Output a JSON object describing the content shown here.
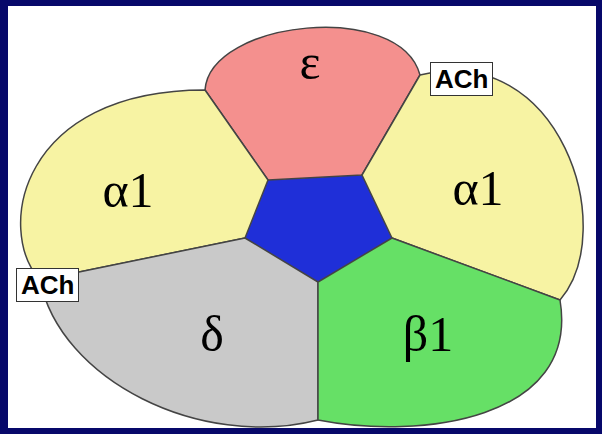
{
  "diagram": {
    "nodes": [
      {
        "text": [
          "ε"
        ]
      },
      {
        "text": [
          "α1"
        ]
      },
      {
        "text": [
          "α1"
        ]
      },
      {
        "text": [
          "δ"
        ]
      },
      {
        "text": [
          "β1"
        ]
      }
    ],
    "labels": [
      "ACh",
      "ACh"
    ]
  }
}
